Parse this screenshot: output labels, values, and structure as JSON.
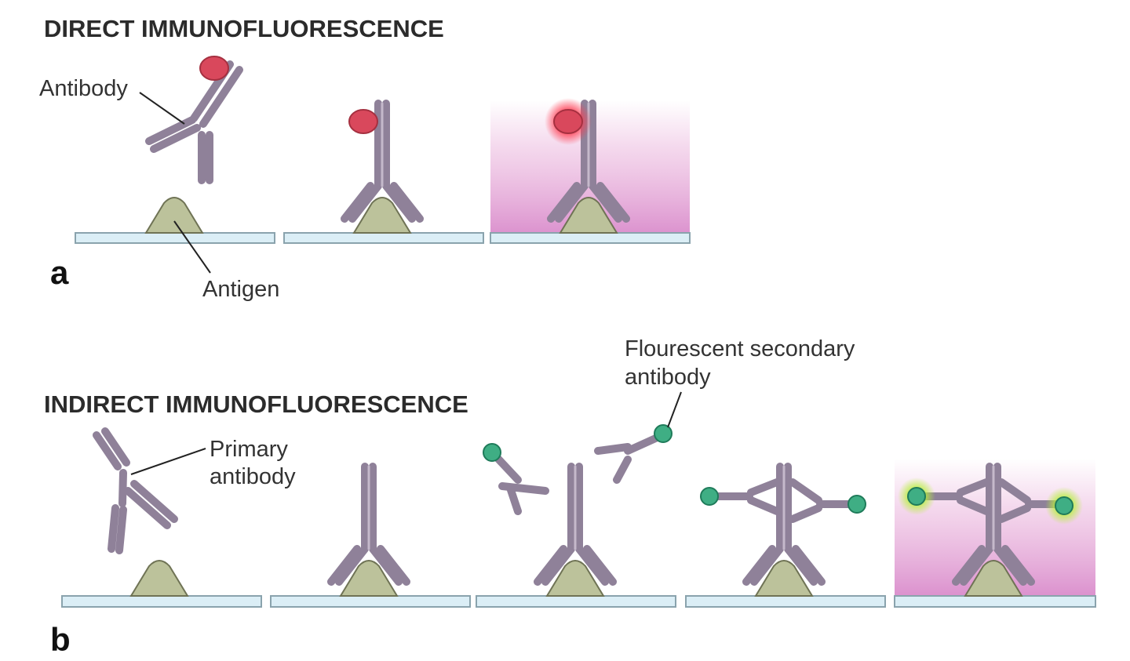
{
  "direct": {
    "title": "DIRECT IMMUNOFLUORESCENCE",
    "panel_letter": "a",
    "labels": {
      "antibody": "Antibody",
      "antigen": "Antigen"
    },
    "fluorophore_color": "#d9485c",
    "glow_color": "#e0a0d2"
  },
  "indirect": {
    "title": "INDIRECT IMMUNOFLUORESCENCE",
    "panel_letter": "b",
    "labels": {
      "primary_line1": "Primary",
      "primary_line2": "antibody",
      "secondary_line1": "Flourescent secondary",
      "secondary_line2": "antibody"
    },
    "fluorophore_color": "#3fae84",
    "glow_color": "#9ee030"
  },
  "colors": {
    "antibody": "#8f8199",
    "antigen": "#bcc29b",
    "slide": "#dbeef6"
  }
}
